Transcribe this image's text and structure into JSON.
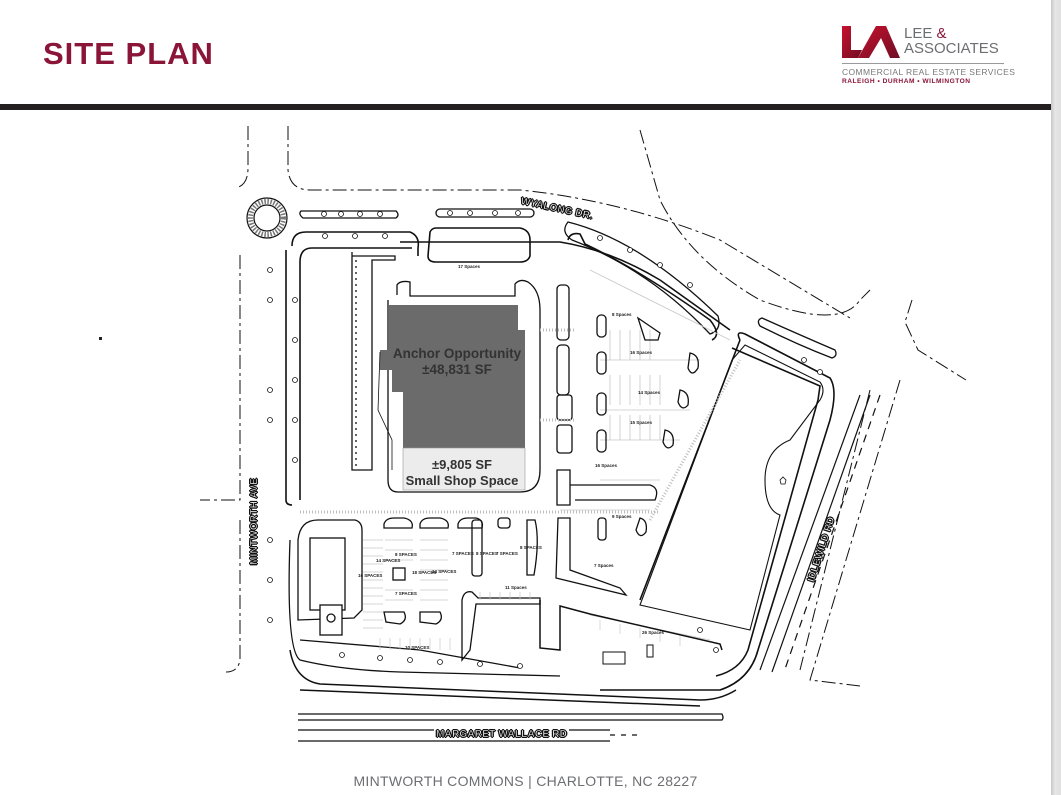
{
  "header": {
    "title": "SITE PLAN",
    "brand_color": "#8a1538",
    "bar_color": "#231f20"
  },
  "logo": {
    "name_line1": "LEE",
    "name_amp": "&",
    "name_line2": "ASSOCIATES",
    "tagline": "COMMERCIAL REAL ESTATE SERVICES",
    "cities": "RALEIGH • DURHAM • WILMINGTON"
  },
  "site_plan": {
    "anchor": {
      "name": "Anchor Opportunity",
      "size": "±48,831 SF",
      "fill_color": "#6b6b6b"
    },
    "small_shop": {
      "size": "±9,805 SF",
      "name": "Small Shop Space"
    },
    "roads": {
      "north": "WYALONG DR.",
      "west": "MINTWORTH AVE",
      "east": "IDLEWILD RD",
      "south": "MARGARET WALLACE RD"
    },
    "parking_labels": [
      "16 SPACES",
      "14 SPACES",
      "8 SPACES",
      "7 SPACES",
      "18 SPACES",
      "14 SPACES",
      "7 SPACES",
      "8 SPACES",
      "7 SPACES",
      "8 SPACES",
      "11 Spaces",
      "10 SPACES",
      "17 Spaces",
      "8 Spaces",
      "16 Spaces",
      "14 Spaces",
      "15 Spaces",
      "16 Spaces",
      "9 Spaces",
      "7 Spaces",
      "26 Spaces"
    ]
  },
  "footer": {
    "text": "MINTWORTH COMMONS | CHARLOTTE, NC 28227"
  }
}
